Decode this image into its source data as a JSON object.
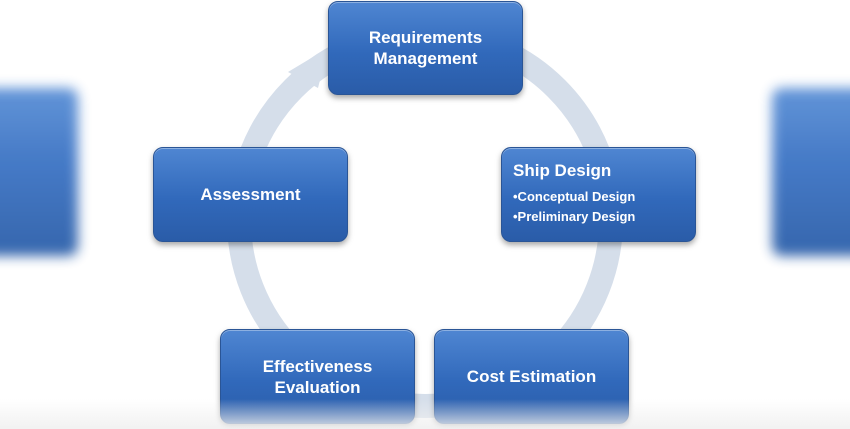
{
  "diagram": {
    "nodes": [
      {
        "id": "requirements",
        "lines": [
          "Requirements",
          "Management"
        ]
      },
      {
        "id": "ship-design",
        "title": "Ship Design",
        "bullets": [
          "•Conceptual Design",
          "•Preliminary Design"
        ]
      },
      {
        "id": "cost",
        "lines": [
          "Cost Estimation"
        ]
      },
      {
        "id": "effectiveness",
        "lines": [
          "Effectiveness",
          "Evaluation"
        ]
      },
      {
        "id": "assessment",
        "lines": [
          "Assessment"
        ]
      }
    ],
    "flow": "clockwise cycle"
  },
  "colors": {
    "box_fill": "#3169bb",
    "box_border": "#2a5596",
    "ring": "#d5deea",
    "side_panels": "#3b73c4"
  }
}
